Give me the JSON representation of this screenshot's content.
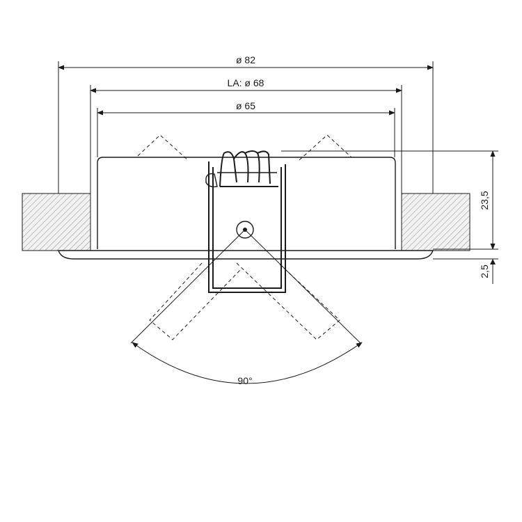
{
  "dimensions": {
    "outer_diameter": "ø 82",
    "cutout_diameter": "LA: ø 68",
    "housing_diameter": "ø 65",
    "housing_height": "23,5",
    "flange_thickness": "2,5",
    "tilt_angle": "90°"
  },
  "colors": {
    "line": "#1a1a1a",
    "hatch": "#8a8a8a",
    "ceiling_fill": "#f2f2f2"
  }
}
